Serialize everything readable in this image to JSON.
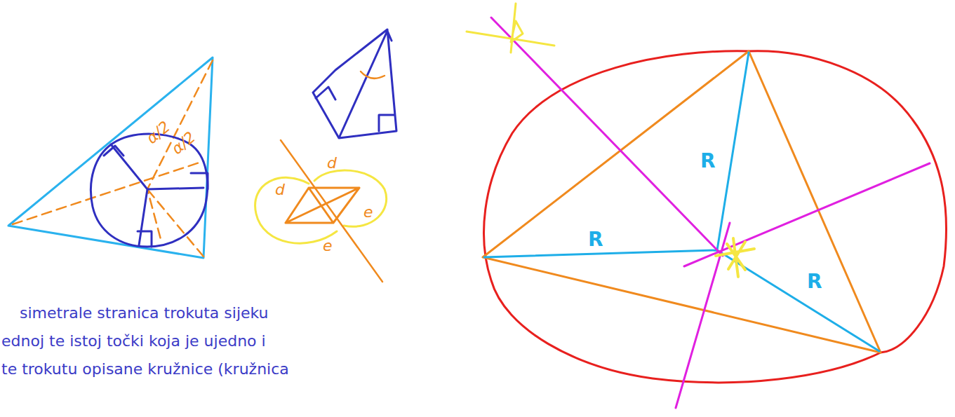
{
  "diagram": {
    "labels": [
      "α/2",
      "α/2",
      "d",
      "d",
      "e",
      "e",
      "R",
      "R",
      "R",
      "simetrale stranica trokuta sijeku",
      "ednoj te istoj točki koja je ujedno i",
      "te trokutu opisane kružnice (kružnica"
    ]
  }
}
